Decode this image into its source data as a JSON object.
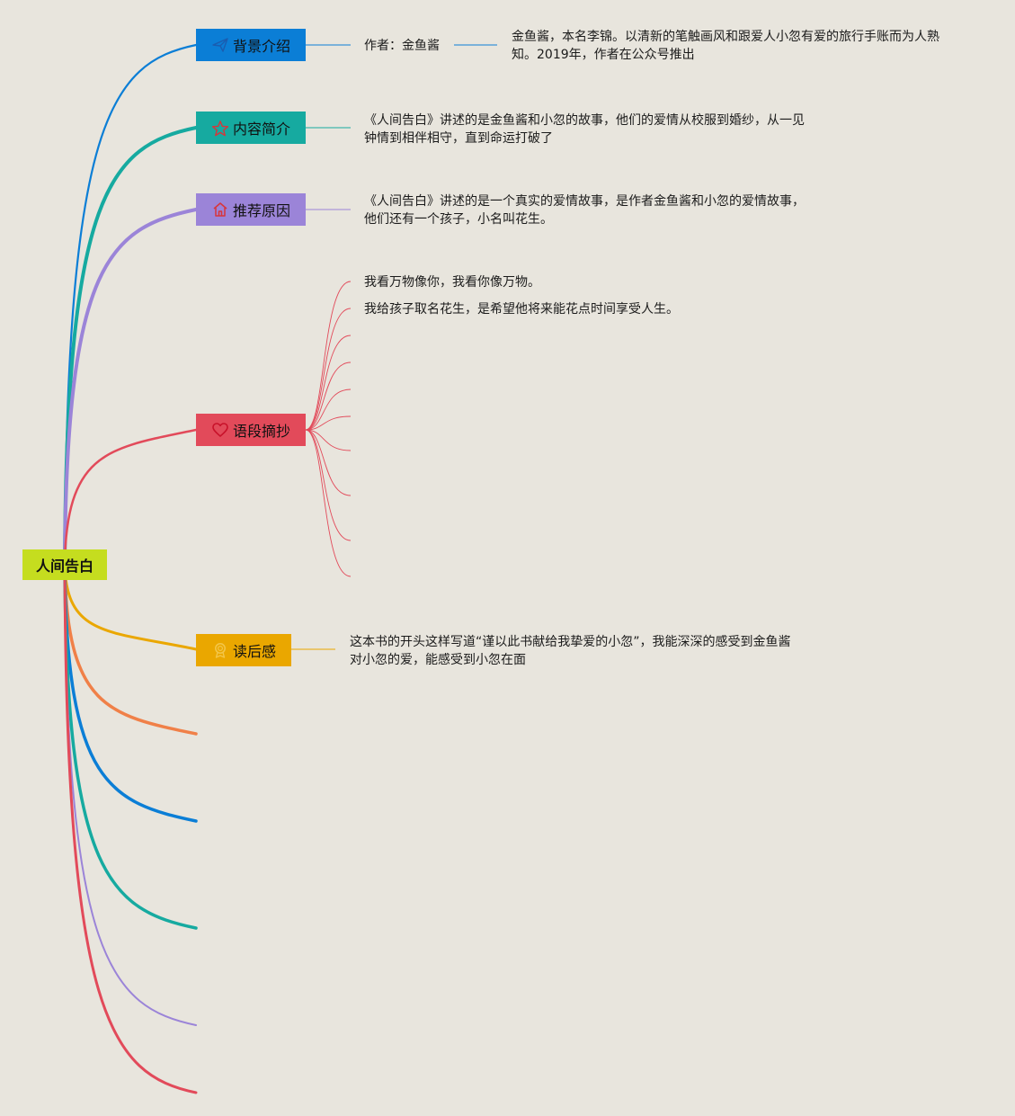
{
  "root": {
    "label": "人间告白",
    "color": "#c5dd1f"
  },
  "branches": [
    {
      "id": "background",
      "label": "背景介绍",
      "color": "#0b7ed6",
      "icon": "paper-plane-icon"
    },
    {
      "id": "summary",
      "label": "内容简介",
      "color": "#16aaa0",
      "icon": "star-icon"
    },
    {
      "id": "reason",
      "label": "推荐原因",
      "color": "#9b84d8",
      "icon": "home-icon"
    },
    {
      "id": "quotes",
      "label": "语段摘抄",
      "color": "#e24a5a",
      "icon": "heart-icon"
    },
    {
      "id": "review",
      "label": "读后感",
      "color": "#eaa700",
      "icon": "medal-icon"
    }
  ],
  "empty_branch_colors": [
    "#f08048",
    "#0b7ed6",
    "#16aaa0",
    "#9b84d8",
    "#e24a5a"
  ],
  "background": {
    "author": "作者：金鱼酱",
    "intro_line1": "金鱼酱，本名李锦。以清新的笔触画风和跟爱人小忽有爱的旅行手账而为人熟",
    "intro_line2": "知。2019年，作者在公众号推出"
  },
  "summary": {
    "line1": "《人间告白》讲述的是金鱼酱和小忽的故事，他们的爱情从校服到婚纱，从一见",
    "line2": "钟情到相伴相守，直到命运打破了"
  },
  "reason": {
    "line1": "《人间告白》讲述的是一个真实的爱情故事，是作者金鱼酱和小忽的爱情故事，",
    "line2": "他们还有一个孩子，小名叫花生。"
  },
  "quotes": {
    "items": [
      "我看万物像你，我看你像万物。",
      "我给孩子取名花生，是希望他将来能花点时间享受人生。"
    ]
  },
  "review": {
    "line1": "这本书的开头这样写道“谨以此书献给我挚爱的小忽”，我能深深的感受到金鱼酱",
    "line2": "对小忽的爱，能感受到小忽在面"
  }
}
